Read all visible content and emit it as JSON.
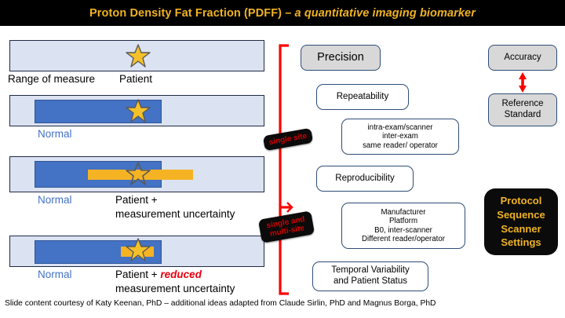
{
  "title": {
    "main": "Proton Density Fat Fraction (PDFF) – ",
    "emphasis": "a quantitative imaging biomarker",
    "bg_color": "#000000",
    "text_color": "#f0b323"
  },
  "left_panel": {
    "bars": [
      {
        "id": "bar-range",
        "has_normal": false,
        "has_uncertainty": false,
        "star": "filled",
        "labels": [
          "Range of measure",
          "Patient"
        ]
      },
      {
        "id": "bar-normal",
        "has_normal": true,
        "has_uncertainty": false,
        "star": "filled",
        "labels": [
          "Normal"
        ]
      },
      {
        "id": "bar-uncertainty",
        "has_normal": true,
        "has_uncertainty": true,
        "uncertainty_width": "wide",
        "star": "outline",
        "labels": [
          "Normal",
          "Patient +",
          "measurement uncertainty"
        ]
      },
      {
        "id": "bar-reduced-uncertainty",
        "has_normal": true,
        "has_uncertainty": true,
        "uncertainty_width": "narrow",
        "star": "filled",
        "labels": [
          "Normal",
          "Patient + reduced",
          "measurement uncertainty"
        ]
      }
    ],
    "label_range_of_measure": "Range of measure",
    "label_patient": "Patient",
    "label_normal": "Normal",
    "label_patient_plus": "Patient +",
    "label_measurement_uncertainty": "measurement uncertainty",
    "label_patient_plus_prefix": "Patient + ",
    "label_reduced": "reduced",
    "colors": {
      "bar_background": "#dbe2f1",
      "normal_region": "#4472c4",
      "uncertainty": "#f5b324",
      "star": "#f5c12a"
    }
  },
  "bracket": {
    "color": "#ff0000",
    "tags": [
      {
        "id": "tag-single-site",
        "lines": [
          "single site"
        ]
      },
      {
        "id": "tag-single-multi-site",
        "lines": [
          "single and",
          "multi-site"
        ]
      }
    ],
    "tag_single_site": "single site",
    "tag_single_and": "single and",
    "tag_multi_site": "multi-site"
  },
  "precision_branch": {
    "heading": "Precision",
    "nodes": [
      {
        "id": "repeatability",
        "label": "Repeatability"
      },
      {
        "id": "repeatability-details",
        "lines": [
          "intra-exam/scanner",
          "inter-exam",
          "same reader/ operator"
        ]
      },
      {
        "id": "reproducibility",
        "label": "Reproducibility"
      },
      {
        "id": "reproducibility-details",
        "lines": [
          "Manufacturer",
          "Platform",
          "B0, inter-scanner",
          "Different reader/operator"
        ]
      },
      {
        "id": "temporal",
        "lines": [
          "Temporal Variability",
          "and Patient Status"
        ]
      }
    ],
    "repeatability": "Repeatability",
    "repeatability_details": {
      "line1": "intra-exam/scanner",
      "line2": "inter-exam",
      "line3": "same reader/ operator"
    },
    "reproducibility": "Reproducibility",
    "reproducibility_details": {
      "line1": "Manufacturer",
      "line2": "Platform",
      "line3": "B0, inter-scanner",
      "line4": "Different reader/operator"
    },
    "temporal": {
      "line1": "Temporal Variability",
      "line2": "and Patient Status"
    }
  },
  "accuracy_branch": {
    "heading": "Accuracy",
    "reference": {
      "line1": "Reference",
      "line2": "Standard"
    },
    "arrow_color": "#ff0000"
  },
  "protocol_box": {
    "lines": [
      "Protocol",
      "Sequence",
      "Scanner",
      "Settings"
    ],
    "line1": "Protocol",
    "line2": "Sequence",
    "line3": "Scanner",
    "line4": "Settings",
    "bg_color": "#0b0b0b",
    "text_color": "#f0b323"
  },
  "footer": {
    "text": "Slide content courtesy of Katy Keenan, PhD – additional ideas adapted from Claude Sirlin, PhD and Magnus Borga, PhD"
  }
}
